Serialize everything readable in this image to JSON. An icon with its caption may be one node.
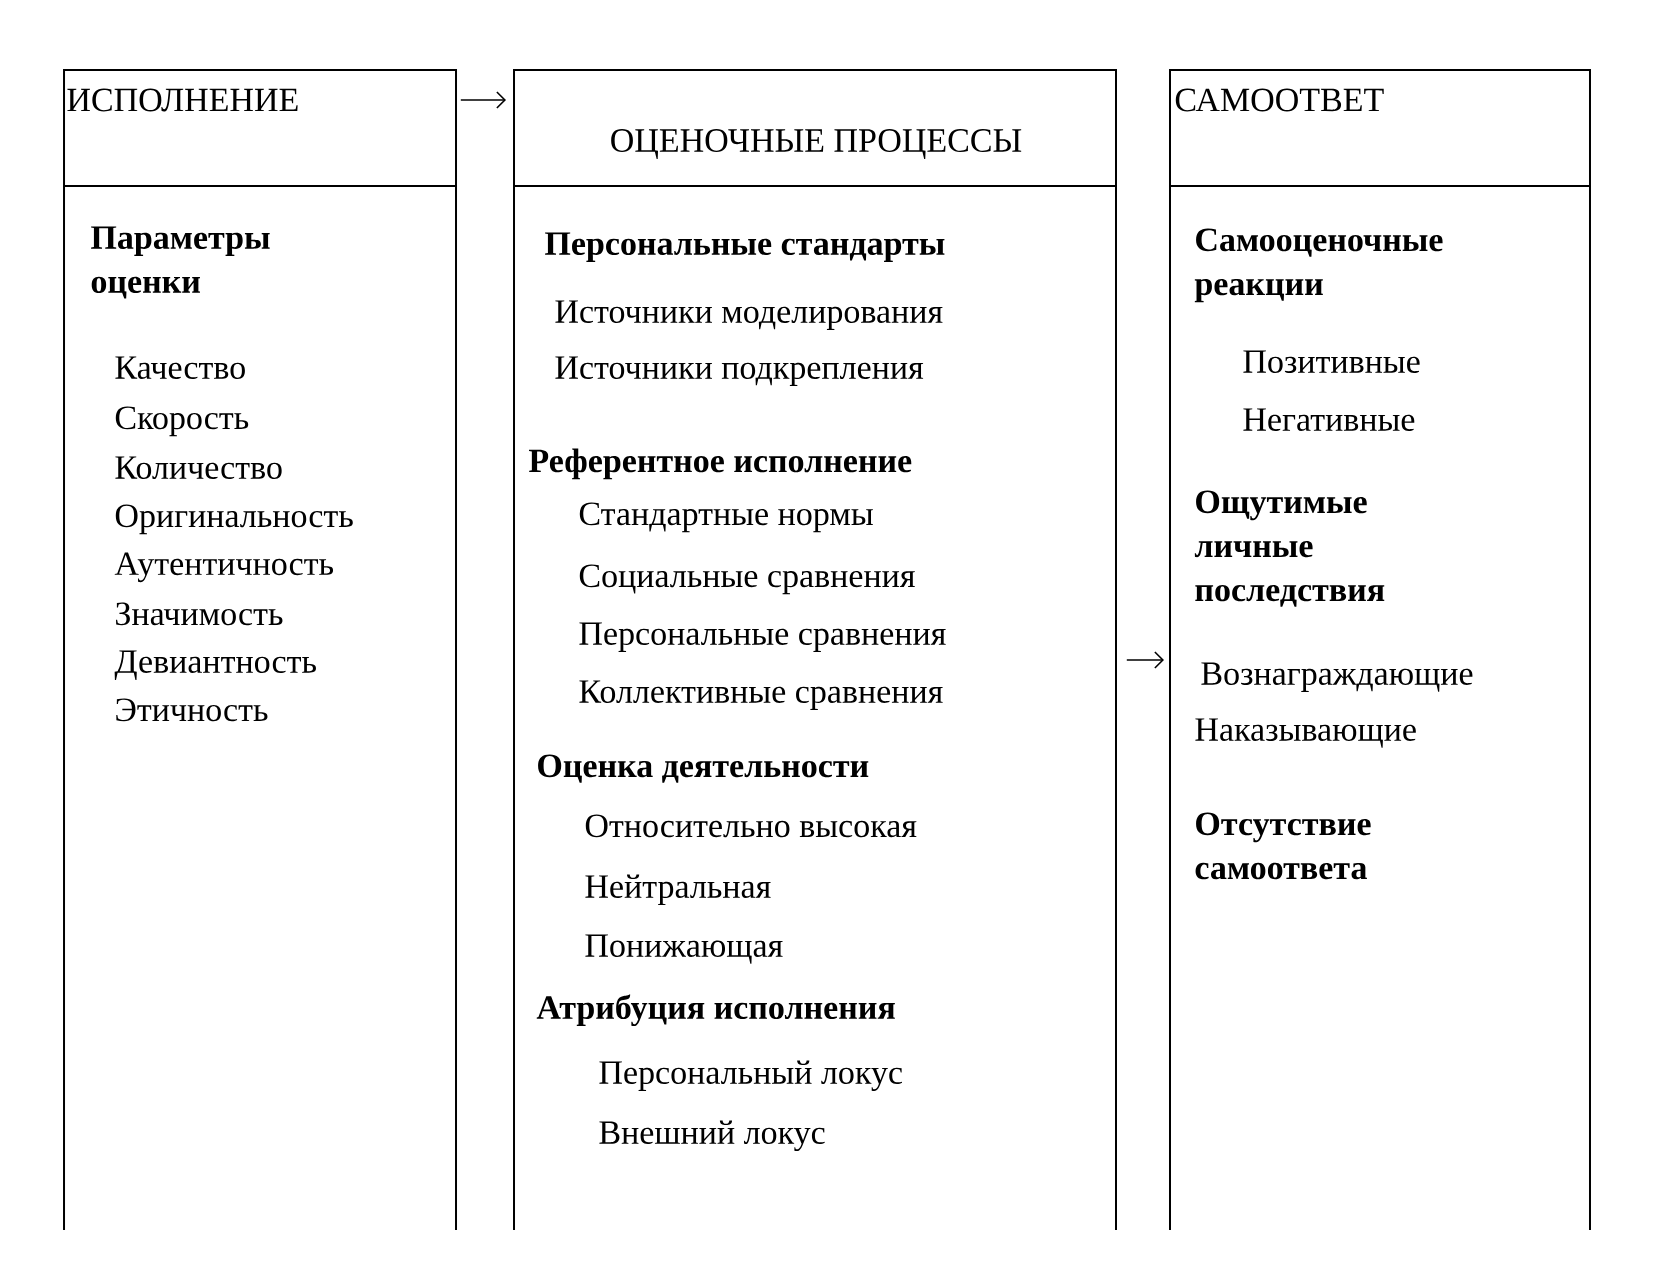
{
  "diagram": {
    "nodes": [
      {
        "text": [
          "ИСПОЛНЕНИЕ"
        ]
      },
      {
        "text": [
          "Параметры оценки",
          "Качество",
          "Скорость",
          "Количество",
          "Оригинальность",
          "Аутентичность",
          "Значимость",
          "Девиантность",
          "Этичность"
        ]
      },
      {
        "text": [
          "ОЦЕНОЧНЫЕ ПРОЦЕССЫ"
        ]
      },
      {
        "text": [
          "Персональные стандарты",
          "Источники моделирования",
          "Источники подкрепления",
          "Референтное исполнение",
          "Стандартные нормы",
          "Социальные сравнения",
          "Персональные сравнения",
          "Коллективные сравнения",
          "Оценка деятельности",
          "Относительно высокая",
          "Нейтральная",
          "Понижающая",
          "Атрибуция исполнения",
          "Персональный локус",
          "Внешний локус"
        ]
      },
      {
        "text": [
          "САМООТВЕТ"
        ]
      },
      {
        "text": [
          "Самооценочные реакции",
          "Позитивные",
          "Негативные",
          "Ощутимые личные последствия",
          "Вознаграждающие",
          "Наказывающие",
          "Отсутствие самоответа"
        ]
      }
    ],
    "edges": [
      {
        "from": 0,
        "to": 2,
        "arrow": "to"
      },
      {
        "from": 3,
        "to": 5,
        "arrow": "to"
      }
    ]
  }
}
